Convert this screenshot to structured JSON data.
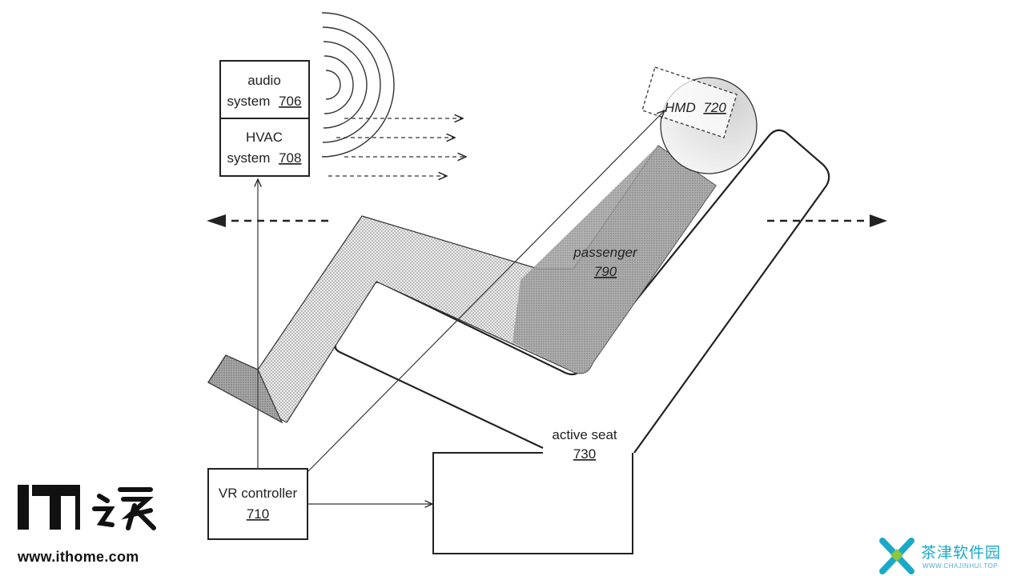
{
  "labels": {
    "audio_line1": "audio",
    "audio_line2": "system",
    "audio_num": "706",
    "hvac_line1": "HVAC",
    "hvac_line2": "system",
    "hvac_num": "708",
    "hmd": "HMD",
    "hmd_num": "720",
    "passenger": "passenger",
    "passenger_num": "790",
    "seat": "active seat",
    "seat_num": "730",
    "vr_line1": "VR controller",
    "vr_num": "710"
  },
  "watermarks": {
    "ithome_logo": "IT之家",
    "ithome_url": "www.ithome.com",
    "chajin_name": "茶津软件园",
    "chajin_url": "WWW.CHAJINHUI.TOP"
  },
  "colors": {
    "line": "#222222",
    "shade": "#b8b8b8",
    "passenger_fill": "#8e8e8e",
    "chajin_accent": "#1aa9c9"
  }
}
